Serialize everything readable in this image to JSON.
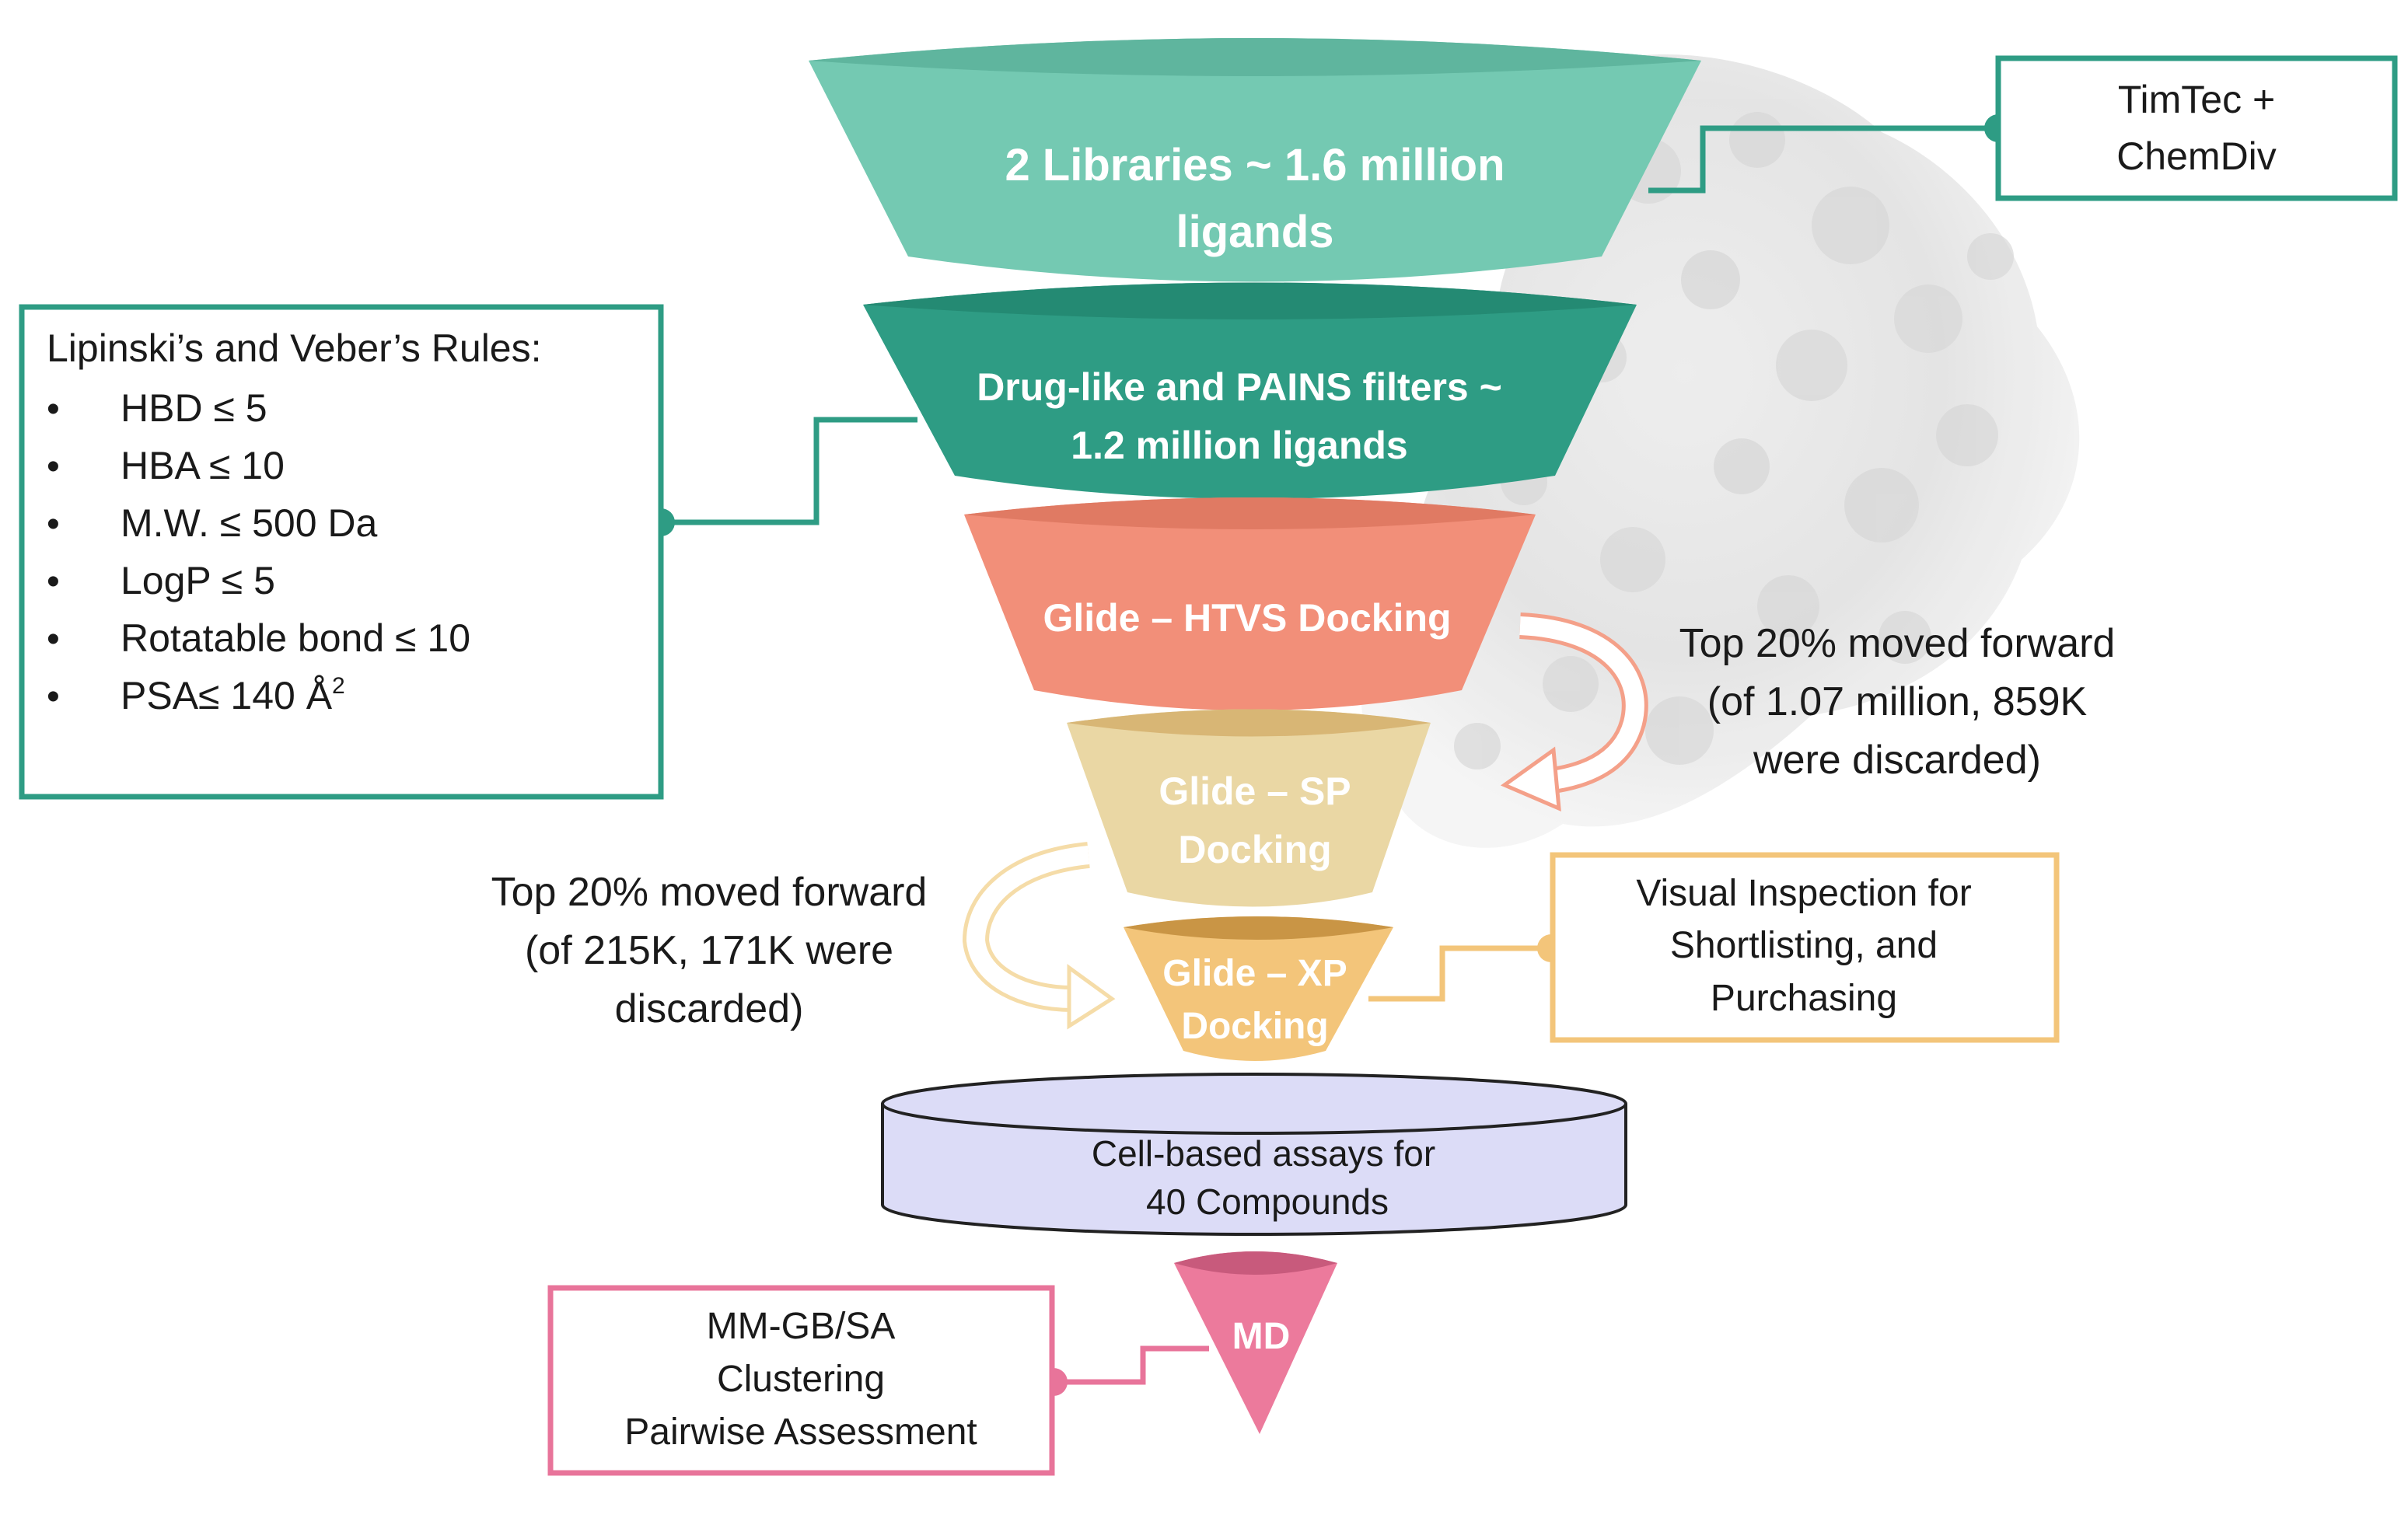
{
  "stages": [
    {
      "id": "libraries",
      "lines": [
        "2 Libraries ~ 1.6 million",
        "ligands"
      ],
      "color": "#74c9b2"
    },
    {
      "id": "druglike",
      "lines": [
        "Drug-like and PAINS filters ~",
        "1.2 million ligands"
      ],
      "color": "#2e9c84"
    },
    {
      "id": "htvs",
      "lines": [
        "Glide – HTVS Docking"
      ],
      "color": "#f28f79"
    },
    {
      "id": "sp",
      "lines": [
        "Glide – SP",
        "Docking"
      ],
      "color": "#ead7a4"
    },
    {
      "id": "xp",
      "lines": [
        "Glide – XP",
        "Docking"
      ],
      "color": "#f3c57a"
    },
    {
      "id": "assays",
      "lines": [
        "Cell-based assays for",
        "40 Compounds"
      ],
      "color": "#dcdcf7"
    },
    {
      "id": "md",
      "lines": [
        "MD"
      ],
      "color": "#ec7a9c"
    }
  ],
  "boxes": {
    "timtec": {
      "lines": [
        "TimTec +",
        "ChemDiv"
      ],
      "color": "#2e9c84"
    },
    "rules": {
      "title": "Lipinski’s and Veber’s Rules:",
      "items": [
        "HBD ≤ 5",
        "HBA ≤ 10",
        "M.W. ≤ 500 Da",
        "LogP ≤ 5",
        "Rotatable bond ≤ 10",
        "PSA≤ 140 Å"
      ],
      "psa_superscript": "2",
      "bullet": "•",
      "color": "#2e9c84"
    },
    "visual": {
      "lines": [
        "Visual Inspection for",
        "Shortlisting, and",
        "Purchasing"
      ],
      "color": "#f3c57a"
    },
    "mmgbsa": {
      "lines": [
        "MM-GB/SA",
        "Clustering",
        "Pairwise Assessment"
      ],
      "color": "#e8749a"
    }
  },
  "annotations": {
    "htvs_note": [
      "Top 20% moved forward",
      "(of 1.07 million, 859K",
      "were discarded)"
    ],
    "sp_note": [
      "Top 20% moved forward",
      "(of 215K, 171K were",
      "discarded)"
    ]
  }
}
